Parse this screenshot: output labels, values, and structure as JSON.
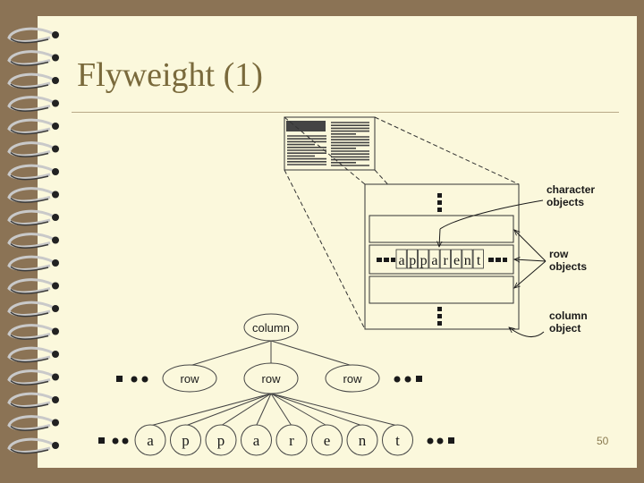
{
  "slide": {
    "title": "Flyweight (1)",
    "number": "50"
  },
  "diagram": {
    "callouts": {
      "character_objects": [
        "character",
        "objects"
      ],
      "row_objects": [
        "row",
        "objects"
      ],
      "column_object": [
        "column",
        "object"
      ]
    },
    "row_letters": [
      "a",
      "p",
      "p",
      "a",
      "r",
      "e",
      "n",
      "t"
    ],
    "tree": {
      "root": "column",
      "rows": [
        "row",
        "row",
        "row"
      ],
      "leaves": [
        "a",
        "p",
        "p",
        "a",
        "r",
        "e",
        "n",
        "t"
      ]
    }
  },
  "colors": {
    "background": "#8b7355",
    "slide": "#fbf8dc",
    "title": "#7a6a3c",
    "ink": "#1a1a1a"
  }
}
